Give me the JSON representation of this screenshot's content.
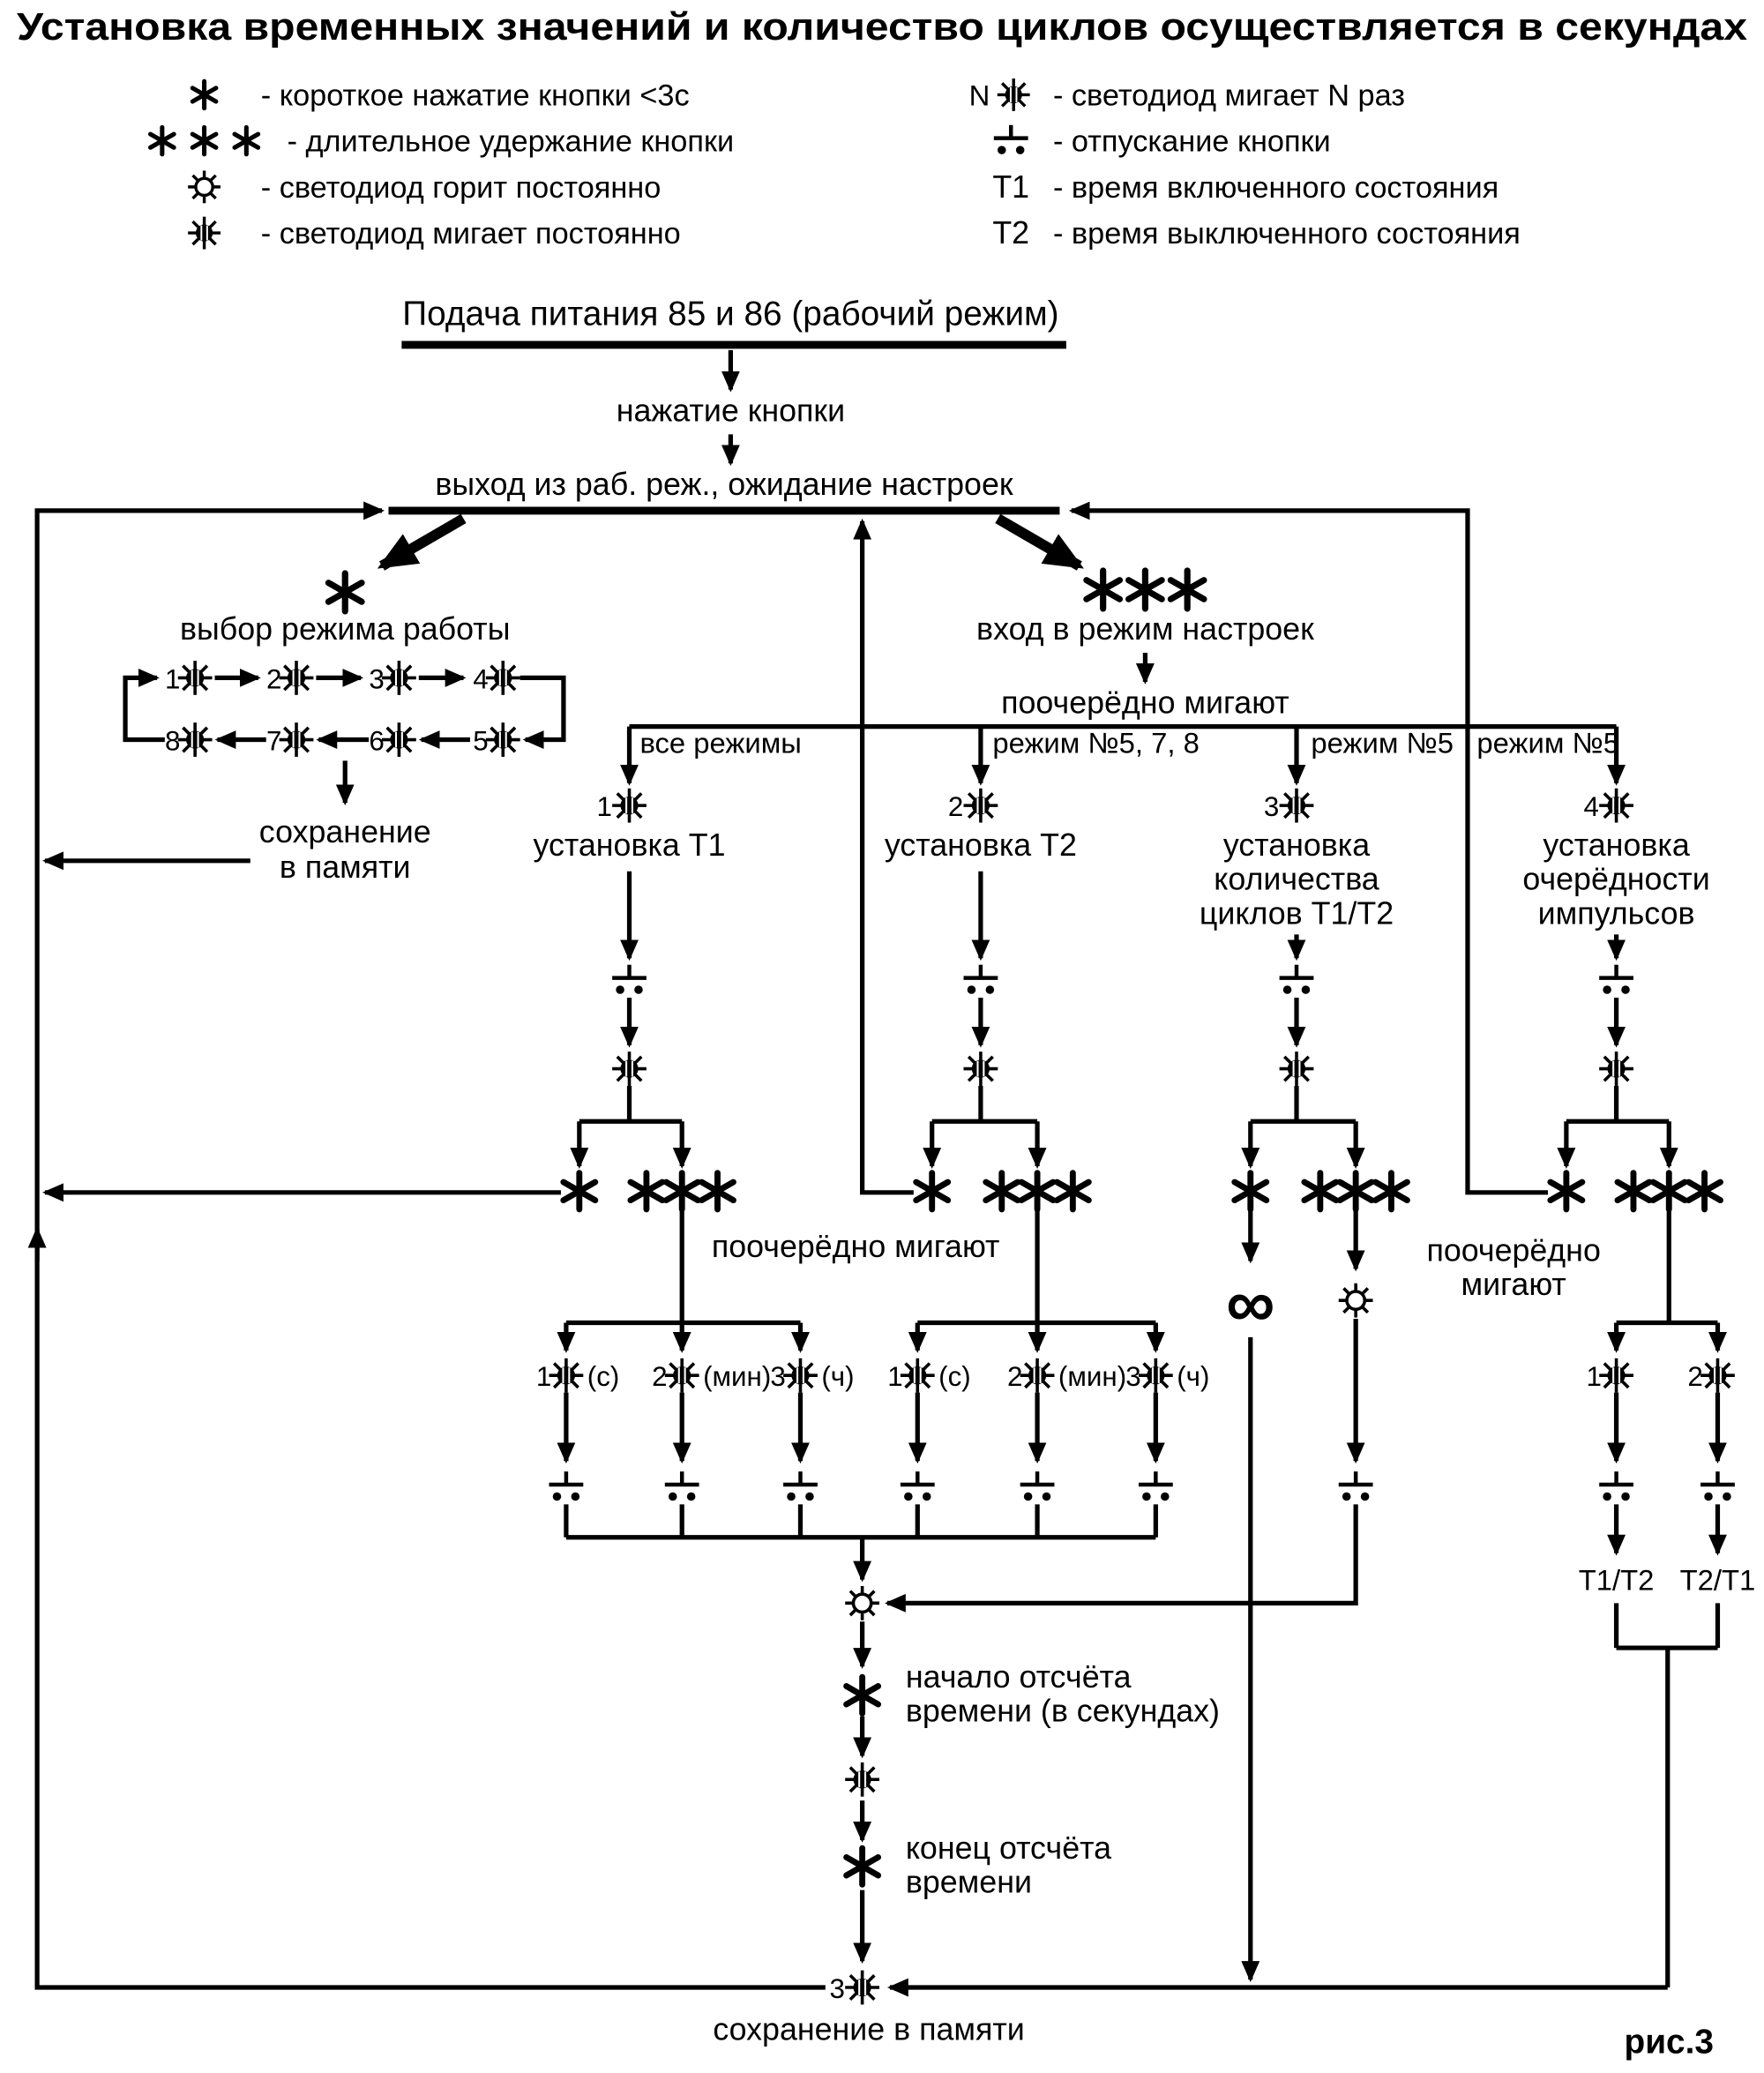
{
  "title": "Установка временных значений и количество циклов осуществляется в секундах",
  "legend": {
    "short_press": "- короткое нажатие кнопки <3с",
    "long_press": "- длительное удержание кнопки",
    "led_on": "- светодиод горит постоянно",
    "led_blink": "- светодиод мигает постоянно",
    "n_label": "N",
    "led_blink_n": "- светодиод мигает N раз",
    "release": "- отпускание кнопки",
    "t1_label": "Т1",
    "t1_desc": "- время включенного состояния",
    "t2_label": "Т2",
    "t2_desc": "- время выключенного состояния"
  },
  "icons": {
    "short_press": "asterisk",
    "long_press": "triple-asterisk",
    "led_on": "sun-outline",
    "led_blink": "sun-filled",
    "release_button": "contact-release",
    "infinity_symbol": "∞"
  },
  "flow": {
    "power_on": "Подача питания 85 и 86 (рабочий режим)",
    "button_press": "нажатие кнопки",
    "exit_work_mode": "выход из раб. реж., ожидание настроек",
    "mode_select": {
      "title": "выбор режима работы",
      "numbers_top": [
        "1",
        "2",
        "3",
        "4"
      ],
      "numbers_bottom": [
        "8",
        "7",
        "6",
        "5"
      ],
      "save_line1": "сохранение",
      "save_line2": "в памяти"
    },
    "settings": {
      "title": "вход в режим настроек",
      "blink_alternately": "поочерёдно мигают",
      "branch_conditions": [
        "все режимы",
        "режим №5, 7, 8",
        "режим №5",
        "режим №5"
      ],
      "branch_numbers": [
        "1",
        "2",
        "3",
        "4"
      ]
    },
    "t1": {
      "title": "установка Т1"
    },
    "t2": {
      "title": "установка Т2"
    },
    "cycles": {
      "line1": "установка",
      "line2": "количества",
      "line3": "циклов Т1/Т2",
      "infinity": "∞"
    },
    "order": {
      "line1": "установка",
      "line2": "очерёдности",
      "line3": "импульсов",
      "blink1": "поочерёдно",
      "blink2": "мигают",
      "numbers": [
        "1",
        "2"
      ],
      "labels": [
        "Т1/Т2",
        "Т2/Т1"
      ]
    },
    "time_units": {
      "blink_alternately": "поочерёдно мигают",
      "numbers": [
        "1",
        "2",
        "3"
      ],
      "units": [
        "(с)",
        "(мин)",
        "(ч)"
      ]
    },
    "countdown": {
      "start_line1": "начало отсчёта",
      "start_line2": "времени (в секундах)",
      "end_line1": "конец отсчёта",
      "end_line2": "времени"
    },
    "save": {
      "number": "3",
      "text": "сохранение в памяти"
    }
  },
  "figure_label": "рис.3",
  "colors": {
    "ink": "#000000",
    "background": "#ffffff"
  }
}
